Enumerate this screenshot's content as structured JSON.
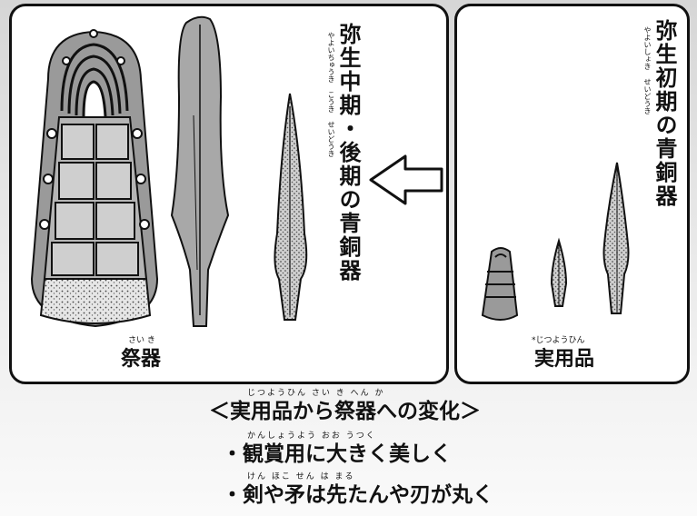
{
  "left_panel": {
    "title": "弥生中期・後期の青銅器",
    "title_ruby": "やよいちゅうき こうき せいどうき",
    "caption": "祭器",
    "caption_ruby": "さい き"
  },
  "right_panel": {
    "title": "弥生初期の青銅器",
    "title_ruby": "やよいしょき せいどうき",
    "caption": "実用品",
    "caption_ruby": "*じつようひん"
  },
  "arrow": {
    "icon": "left-arrow-icon"
  },
  "bottom_text": {
    "line1": "＜実用品から祭器への変化＞",
    "line1_ruby": "じつようひん さい き へん か",
    "line2": "・観賞用に大きく美しく",
    "line2_ruby": "かんしょうよう おお うつく",
    "line3": "・剣や矛は先たんや刃が丸く",
    "line3_ruby": "けん ほこ せん は まる"
  }
}
